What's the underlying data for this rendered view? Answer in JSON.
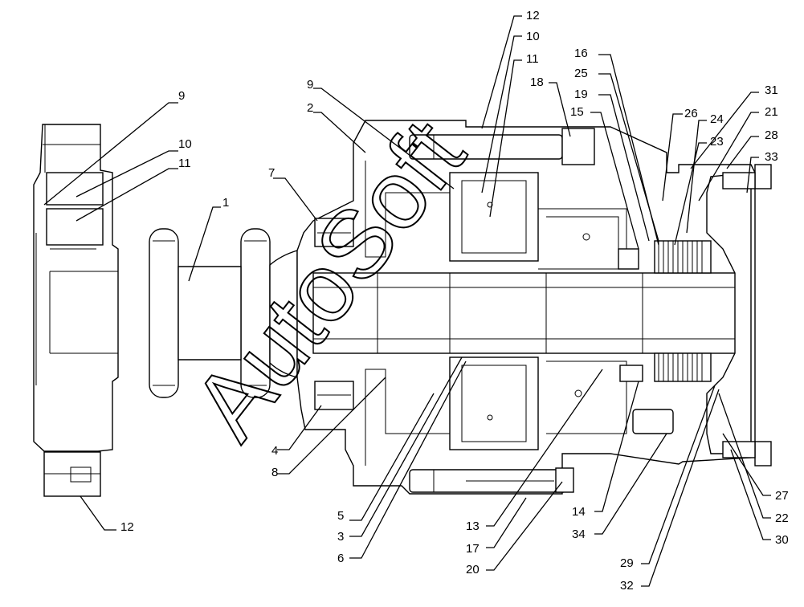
{
  "watermark": "AutoSoft",
  "callouts": {
    "c1": "1",
    "c2": "2",
    "c3": "3",
    "c4": "4",
    "c5": "5",
    "c6": "6",
    "c7": "7",
    "c8": "8",
    "c9a": "9",
    "c9b": "9",
    "c10a": "10",
    "c10b": "10",
    "c11a": "11",
    "c11b": "11",
    "c12a": "12",
    "c12b": "12",
    "c13": "13",
    "c14": "14",
    "c15": "15",
    "c16": "16",
    "c17": "17",
    "c18": "18",
    "c19": "19",
    "c20": "20",
    "c21": "21",
    "c22": "22",
    "c23": "23",
    "c24": "24",
    "c25": "25",
    "c26": "26",
    "c27": "27",
    "c28": "28",
    "c29": "29",
    "c30": "30",
    "c31": "31",
    "c32": "32",
    "c33": "33",
    "c34": "34"
  }
}
